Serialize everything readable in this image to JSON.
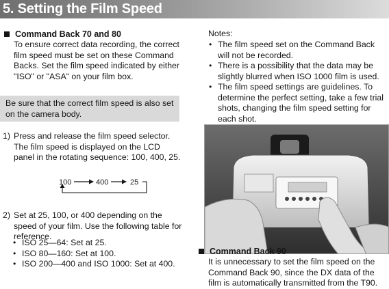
{
  "header": {
    "title": "5. Setting the Film Speed"
  },
  "command_back_70_80": {
    "heading": "Command Back 70 and 80",
    "text": "To ensure correct data recording, the correct film speed must be set on these Command Backs. Set the film speed indicated by either \"ISO\" or \"ASA\" on your film box."
  },
  "callout": {
    "text": "Be sure that the correct film speed is also set on the camera body."
  },
  "steps": [
    {
      "number": "1)",
      "text": "Press and release the film speed selector. The film speed is displayed on the LCD panel in the rotating sequence: 100, 400, 25."
    },
    {
      "number": "2)",
      "text": "Set at 25, 100, or 400 depending on the speed of your film. Use the following table for reference."
    }
  ],
  "diagram": {
    "values": [
      "100",
      "400",
      "25"
    ]
  },
  "reference_table": [
    "ISO 25—64: Set at 25.",
    "ISO 80—160: Set at 100.",
    "ISO 200—400 and ISO 1000: Set at 400."
  ],
  "notes": {
    "heading": "Notes:",
    "items": [
      "The film speed set on the Command Back will not be recorded.",
      "There is a possibility that the data may be slightly blurred when ISO 1000 film is used.",
      "The film speed settings are guidelines. To determine the perfect setting, take a few trial shots, changing the film speed setting for each shot."
    ]
  },
  "command_back_90": {
    "heading": "Command Back 90",
    "text": "It is unnecessary to set the film speed on the Command Back 90, since the DX data of the film is automatically transmitted from the T90."
  }
}
